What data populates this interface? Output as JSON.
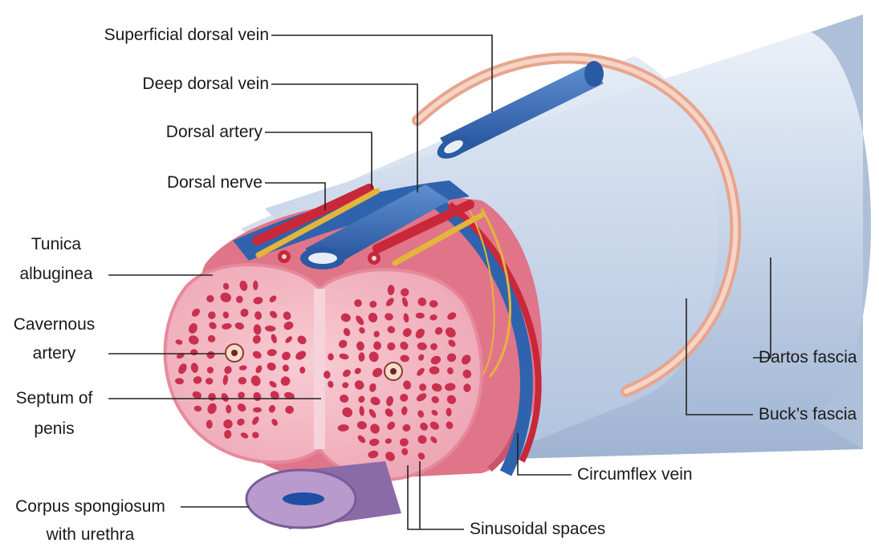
{
  "labels": {
    "superficial_dorsal_vein": "Superficial dorsal vein",
    "deep_dorsal_vein": "Deep dorsal vein",
    "dorsal_artery": "Dorsal artery",
    "dorsal_nerve": "Dorsal nerve",
    "tunica_albuginea_1": "Tunica",
    "tunica_albuginea_2": "albuginea",
    "cavernous_artery_1": "Cavernous",
    "cavernous_artery_2": "artery",
    "septum_1": "Septum of",
    "septum_2": "penis",
    "corpus_spongiosum_1": "Corpus spongiosum",
    "corpus_spongiosum_2": "with urethra",
    "dartos_fascia": "Dartos fascia",
    "bucks_fascia": "Buck’s fascia",
    "circumflex_vein": "Circumflex vein",
    "sinusoidal_spaces": "Sinusoidal spaces"
  },
  "colors": {
    "fascia_blue": "#c9d7ea",
    "vein_blue": "#2f63ad",
    "artery_red": "#c8283a",
    "nerve_yellow": "#e3b53a",
    "tunica_pink": "#e0758a",
    "erectile_pink": "#f3b8c4",
    "sinusoid_red": "#c9304e",
    "spongiosum_purple": "#9a78b6",
    "leader_line": "#222222"
  }
}
